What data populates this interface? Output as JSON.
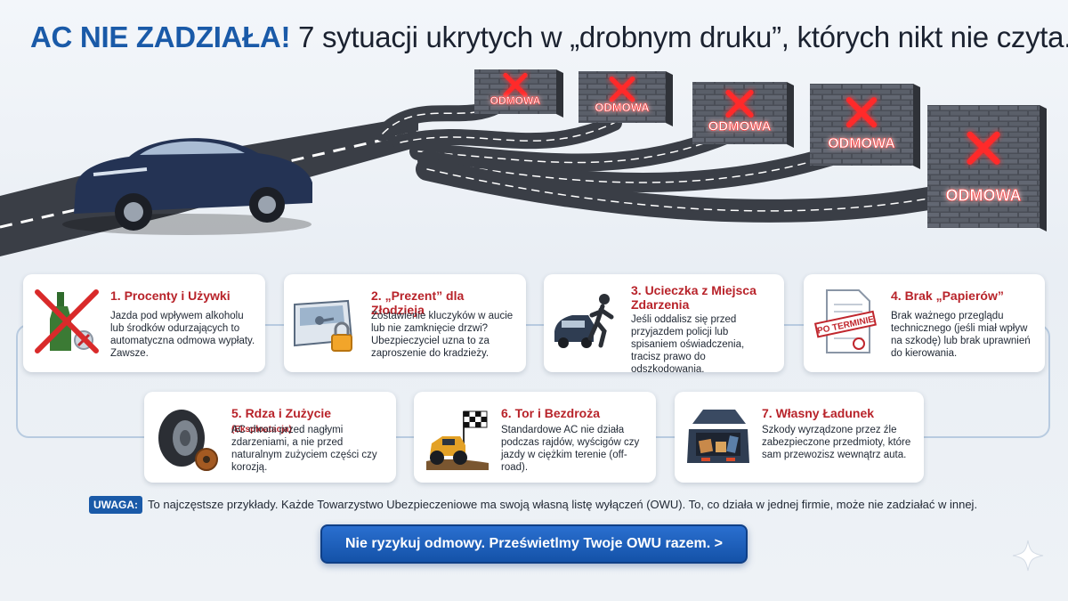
{
  "title": {
    "highlight": "AC NIE ZADZIAŁA!",
    "rest": "7 sytuacji ukrytych w „drobnym druku”, których nikt nie czyta."
  },
  "scene": {
    "wall_label": "ODMOWA",
    "wall_count": 5
  },
  "cards": [
    {
      "title": "1. Procenty i Używki",
      "title_small": "",
      "icon": "no-alcohol-icon",
      "text": "Jazda pod wpływem alkoholu lub środków odurzających to automatyczna odmowa wypłaty. Zawsze."
    },
    {
      "title": "2. „Prezent” dla Złodzieja",
      "title_small": "",
      "icon": "car-keys-lock-icon",
      "text": "Zostawienie kluczyków w aucie lub nie zamknięcie drzwi? Ubezpieczyciel uzna to za zaproszenie do kradzieży."
    },
    {
      "title": "3. Ucieczka z Miejsca Zdarzenia",
      "title_small": "",
      "icon": "fleeing-driver-icon",
      "text": "Jeśli oddalisz się przed przyjazdem policji lub spisaniem oświadczenia, tracisz prawo do odszkodowania."
    },
    {
      "title": "4. Brak „Papierów”",
      "title_small": "",
      "icon": "expired-document-icon",
      "stamp": "PO TERMINIE",
      "text": "Brak ważnego przeglądu technicznego (jeśli miał wpływ na szkodę) lub brak uprawnień do kierowania."
    },
    {
      "title": "5. Rdza i Zużycie",
      "title_small": "(Eksploatacja)",
      "icon": "worn-tire-icon",
      "text": "AC chroni przed nagłymi zdarzeniami, a nie przed naturalnym zużyciem części czy korozją."
    },
    {
      "title": "6. Tor i Bezdroża",
      "title_small": "",
      "icon": "offroad-race-icon",
      "text": "Standardowe AC nie działa podczas rajdów, wyścigów czy jazdy w ciężkim terenie (off-road)."
    },
    {
      "title": "7. Własny Ładunek",
      "title_small": "",
      "icon": "open-trunk-icon",
      "text": "Szkody wyrządzone przez źle zabezpieczone przedmioty, które sam przewozisz wewnątrz auta."
    }
  ],
  "note": {
    "badge": "UWAGA:",
    "text": "To najczęstsze przykłady. Każde Towarzystwo Ubezpieczeniowe ma swoją własną listę wyłączeń (OWU). To, co działa w jednej firmie, może nie zadziałać w innej."
  },
  "cta": {
    "label": "Nie ryzykuj odmowy. Prześwietlmy Twoje OWU razem. >"
  },
  "colors": {
    "brand_blue": "#1a5aa8",
    "card_title_red": "#b8232a",
    "wall_red": "#ff2a2a"
  }
}
